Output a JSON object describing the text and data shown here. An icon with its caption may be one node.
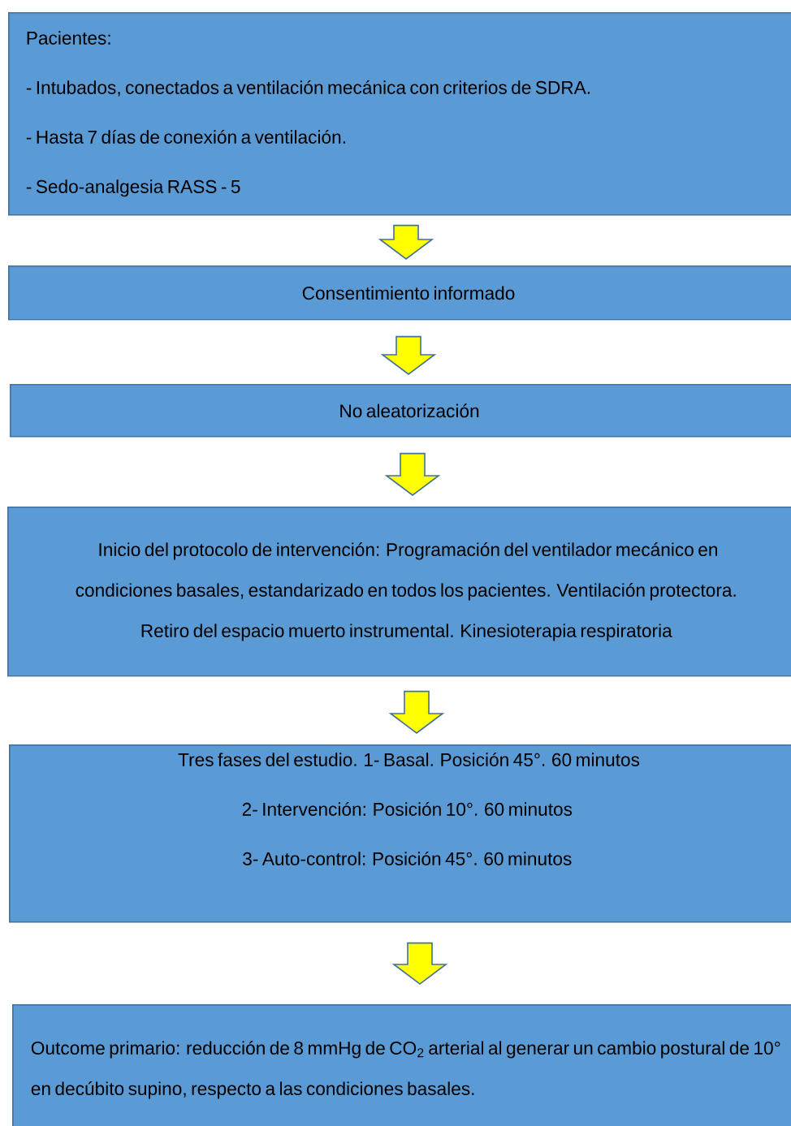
{
  "diagram": {
    "nodes": [
      {
        "text": [
          "Pacientes:",
          "- Intubados, conectados a ventilación mecánica con criterios de SDRA.",
          "- Hasta 7 días de conexión a ventilación.",
          "- Sedo-analgesia RASS - 5"
        ]
      },
      {
        "text": [
          "Consentimiento informado"
        ]
      },
      {
        "text": [
          "No aleatorización"
        ]
      },
      {
        "text": [
          "Inicio del protocolo de intervención: Programación del ventilador mecánico en condiciones basales, estandarizado en todos los pacientes. Ventilación protectora. Retiro del espacio muerto instrumental. Kinesioterapia respiratoria"
        ]
      },
      {
        "text": [
          "Tres fases del estudio. 1- Basal. Posición 45°. 60 minutos",
          "2- Intervención: Posición 10°. 60 minutos",
          "3- Auto-control: Posición 45°. 60 minutos"
        ]
      },
      {
        "text": [
          "Outcome primario: reducción de 8 mmHg de CO$_{2}$ arterial al generar un cambio postural de 10° en decúbito supino, respecto a las condiciones basales."
        ]
      }
    ],
    "edges": [
      {
        "from": 0,
        "to": 1,
        "arrow": "to"
      },
      {
        "from": 1,
        "to": 2,
        "arrow": "to"
      },
      {
        "from": 2,
        "to": 3,
        "arrow": "to"
      },
      {
        "from": 3,
        "to": 4,
        "arrow": "to"
      },
      {
        "from": 4,
        "to": 5,
        "arrow": "to"
      }
    ]
  }
}
